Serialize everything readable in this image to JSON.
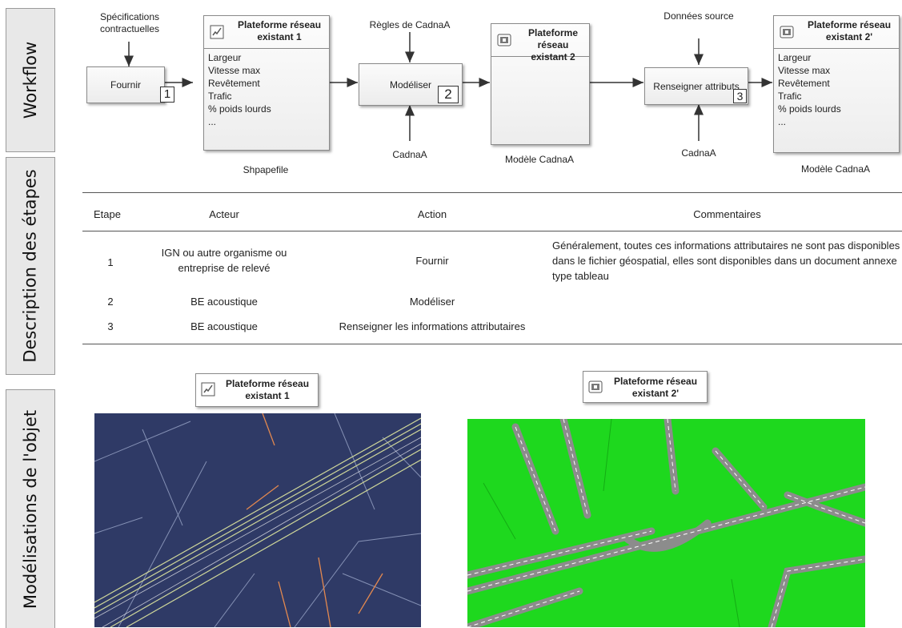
{
  "sections": {
    "workflow": "Workflow",
    "description": "Description des étapes",
    "modelisation": "Modélisations de l'objet"
  },
  "workflow": {
    "spec_label": "Spécifications contractuelles",
    "fournir": {
      "label": "Fournir",
      "num": "1"
    },
    "plat1": {
      "title": "Plateforme réseau existant 1",
      "caption": "Shpapefile",
      "attributes": [
        "Largeur",
        "Vitesse max",
        "Revêtement",
        "Trafic",
        "% poids lourds",
        "..."
      ]
    },
    "regles_label": "Règles de CadnaA",
    "modeliser": {
      "label": "Modéliser",
      "num": "2"
    },
    "cadnaa_1": "CadnaA",
    "plat2": {
      "title": "Plateforme réseau existant 2",
      "caption": "Modèle CadnaA"
    },
    "donnees_label": "Données source",
    "renseigner": {
      "label": "Renseigner attributs",
      "num": "3"
    },
    "cadnaa_2": "CadnaA",
    "plat2p": {
      "title": "Plateforme réseau existant 2'",
      "caption": "Modèle CadnaA",
      "attributes": [
        "Largeur",
        "Vitesse max",
        "Revêtement",
        "Trafic",
        "% poids lourds",
        "..."
      ]
    }
  },
  "table": {
    "headers": {
      "etape": "Etape",
      "acteur": "Acteur",
      "action": "Action",
      "commentaires": "Commentaires"
    },
    "rows": [
      {
        "etape": "1",
        "acteur": "IGN ou autre organisme ou entreprise de relevé",
        "action": "Fournir",
        "commentaires": "Généralement, toutes ces informations attributaires ne sont pas disponibles dans le fichier géospatial, elles sont disponibles dans un document annexe type tableau"
      },
      {
        "etape": "2",
        "acteur": "BE acoustique",
        "action": "Modéliser",
        "commentaires": ""
      },
      {
        "etape": "3",
        "acteur": "BE acoustique",
        "action": "Renseigner les informations attributaires",
        "commentaires": ""
      }
    ]
  },
  "models": {
    "left_title": "Plateforme réseau existant 1",
    "right_title": "Plateforme réseau existant 2'"
  },
  "colors": {
    "map_bg": "#2f3a66",
    "render_bg": "#1ed81e",
    "road": "#8c8c8c"
  }
}
